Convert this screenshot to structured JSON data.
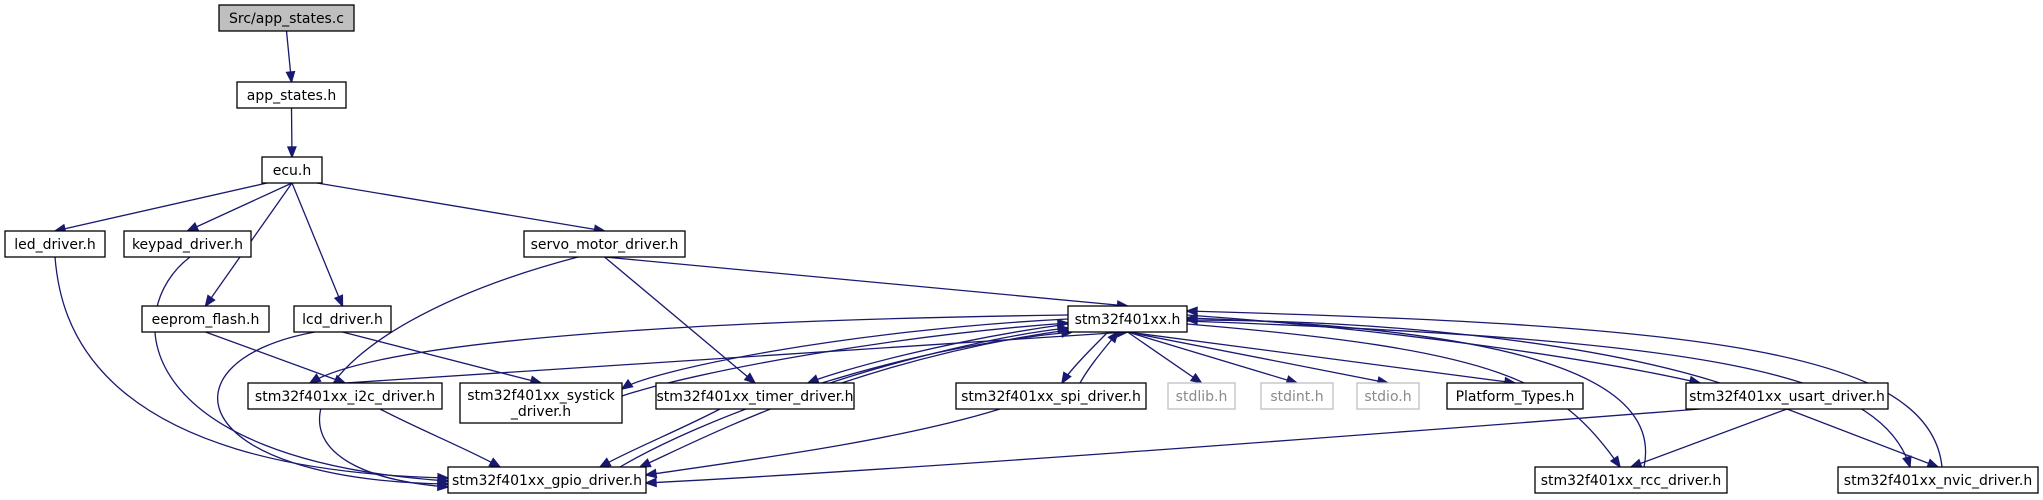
{
  "graph": {
    "nodes": [
      {
        "id": "app_states_c",
        "label": "Src/app_states.c",
        "style": "root"
      },
      {
        "id": "app_states_h",
        "label": "app_states.h",
        "style": "normal"
      },
      {
        "id": "ecu_h",
        "label": "ecu.h",
        "style": "normal"
      },
      {
        "id": "led_driver_h",
        "label": "led_driver.h",
        "style": "normal"
      },
      {
        "id": "keypad_driver_h",
        "label": "keypad_driver.h",
        "style": "normal"
      },
      {
        "id": "servo_motor_driver_h",
        "label": "servo_motor_driver.h",
        "style": "normal"
      },
      {
        "id": "eeprom_flash_h",
        "label": "eeprom_flash.h",
        "style": "normal"
      },
      {
        "id": "lcd_driver_h",
        "label": "lcd_driver.h",
        "style": "normal"
      },
      {
        "id": "stm32f401xx_h",
        "label": "stm32f401xx.h",
        "style": "normal"
      },
      {
        "id": "i2c_driver_h",
        "label": "stm32f401xx_i2c_driver.h",
        "style": "normal"
      },
      {
        "id": "systick_driver_h",
        "label": [
          "stm32f401xx_systick",
          "_driver.h"
        ],
        "style": "normal"
      },
      {
        "id": "timer_driver_h",
        "label": "stm32f401xx_timer_driver.h",
        "style": "normal"
      },
      {
        "id": "spi_driver_h",
        "label": "stm32f401xx_spi_driver.h",
        "style": "normal"
      },
      {
        "id": "stdlib_h",
        "label": "stdlib.h",
        "style": "external"
      },
      {
        "id": "stdint_h",
        "label": "stdint.h",
        "style": "external"
      },
      {
        "id": "stdio_h",
        "label": "stdio.h",
        "style": "external"
      },
      {
        "id": "platform_types_h",
        "label": "Platform_Types.h",
        "style": "normal"
      },
      {
        "id": "usart_driver_h",
        "label": "stm32f401xx_usart_driver.h",
        "style": "normal"
      },
      {
        "id": "gpio_driver_h",
        "label": "stm32f401xx_gpio_driver.h",
        "style": "normal"
      },
      {
        "id": "rcc_driver_h",
        "label": "stm32f401xx_rcc_driver.h",
        "style": "normal"
      },
      {
        "id": "nvic_driver_h",
        "label": "stm32f401xx_nvic_driver.h",
        "style": "normal"
      }
    ],
    "edges": [
      [
        "app_states_c",
        "app_states_h"
      ],
      [
        "app_states_h",
        "ecu_h"
      ],
      [
        "ecu_h",
        "led_driver_h"
      ],
      [
        "ecu_h",
        "keypad_driver_h"
      ],
      [
        "ecu_h",
        "eeprom_flash_h"
      ],
      [
        "ecu_h",
        "lcd_driver_h"
      ],
      [
        "ecu_h",
        "servo_motor_driver_h"
      ],
      [
        "led_driver_h",
        "gpio_driver_h"
      ],
      [
        "keypad_driver_h",
        "gpio_driver_h"
      ],
      [
        "eeprom_flash_h",
        "i2c_driver_h"
      ],
      [
        "lcd_driver_h",
        "gpio_driver_h"
      ],
      [
        "lcd_driver_h",
        "systick_driver_h"
      ],
      [
        "servo_motor_driver_h",
        "stm32f401xx_h"
      ],
      [
        "servo_motor_driver_h",
        "timer_driver_h"
      ],
      [
        "servo_motor_driver_h",
        "gpio_driver_h"
      ],
      [
        "stm32f401xx_h",
        "i2c_driver_h"
      ],
      [
        "stm32f401xx_h",
        "systick_driver_h"
      ],
      [
        "stm32f401xx_h",
        "timer_driver_h"
      ],
      [
        "stm32f401xx_h",
        "spi_driver_h"
      ],
      [
        "stm32f401xx_h",
        "gpio_driver_h"
      ],
      [
        "stm32f401xx_h",
        "stdlib_h"
      ],
      [
        "stm32f401xx_h",
        "stdint_h"
      ],
      [
        "stm32f401xx_h",
        "stdio_h"
      ],
      [
        "stm32f401xx_h",
        "platform_types_h"
      ],
      [
        "stm32f401xx_h",
        "usart_driver_h"
      ],
      [
        "stm32f401xx_h",
        "rcc_driver_h"
      ],
      [
        "stm32f401xx_h",
        "nvic_driver_h"
      ],
      [
        "i2c_driver_h",
        "stm32f401xx_h"
      ],
      [
        "i2c_driver_h",
        "gpio_driver_h"
      ],
      [
        "systick_driver_h",
        "stm32f401xx_h"
      ],
      [
        "timer_driver_h",
        "stm32f401xx_h"
      ],
      [
        "timer_driver_h",
        "gpio_driver_h"
      ],
      [
        "spi_driver_h",
        "stm32f401xx_h"
      ],
      [
        "spi_driver_h",
        "gpio_driver_h"
      ],
      [
        "gpio_driver_h",
        "stm32f401xx_h"
      ],
      [
        "usart_driver_h",
        "stm32f401xx_h"
      ],
      [
        "usart_driver_h",
        "gpio_driver_h"
      ],
      [
        "usart_driver_h",
        "rcc_driver_h"
      ],
      [
        "usart_driver_h",
        "nvic_driver_h"
      ],
      [
        "rcc_driver_h",
        "stm32f401xx_h"
      ],
      [
        "nvic_driver_h",
        "stm32f401xx_h"
      ]
    ]
  }
}
